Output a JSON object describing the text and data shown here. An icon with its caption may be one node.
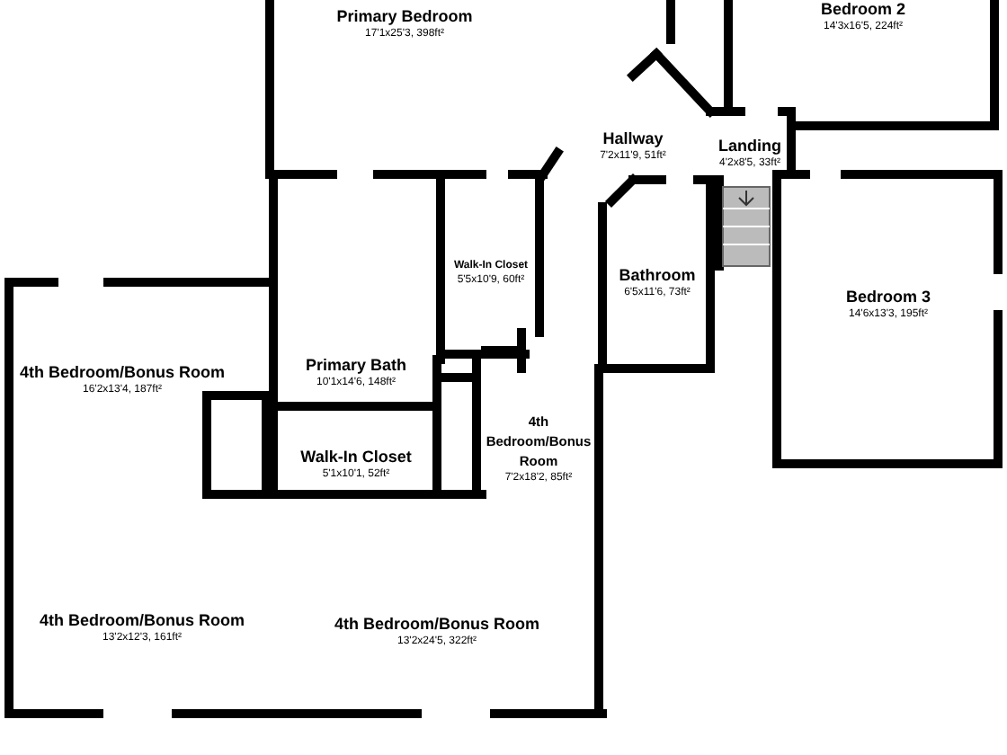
{
  "diagram": {
    "nodes": [
      {
        "text": [
          "Primary Bedroom",
          "17'1x25'3, 398ft²"
        ]
      },
      {
        "text": [
          "Bedroom 2",
          "14'3x16'5, 224ft²"
        ]
      },
      {
        "text": [
          "Hallway",
          "7'2x11'9, 51ft²"
        ]
      },
      {
        "text": [
          "Landing",
          "4'2x8'5, 33ft²"
        ]
      },
      {
        "text": [
          "Walk-In Closet",
          "5'5x10'9, 60ft²"
        ]
      },
      {
        "text": [
          "Bathroom",
          "6'5x11'6, 73ft²"
        ]
      },
      {
        "text": [
          "Bedroom 3",
          "14'6x13'3, 195ft²"
        ]
      },
      {
        "text": [
          "4th Bedroom/Bonus Room",
          "16'2x13'4, 187ft²"
        ]
      },
      {
        "text": [
          "Primary Bath",
          "10'1x14'6, 148ft²"
        ]
      },
      {
        "text": [
          "Walk-In Closet",
          "5'1x10'1, 52ft²"
        ]
      },
      {
        "text": [
          "4th Bedroom/Bonus Room",
          "7'2x18'2, 85ft²"
        ]
      },
      {
        "text": [
          "4th Bedroom/Bonus Room",
          "13'2x12'3, 161ft²"
        ]
      },
      {
        "text": [
          "4th Bedroom/Bonus Room",
          "13'2x24'5, 322ft²"
        ]
      }
    ]
  }
}
